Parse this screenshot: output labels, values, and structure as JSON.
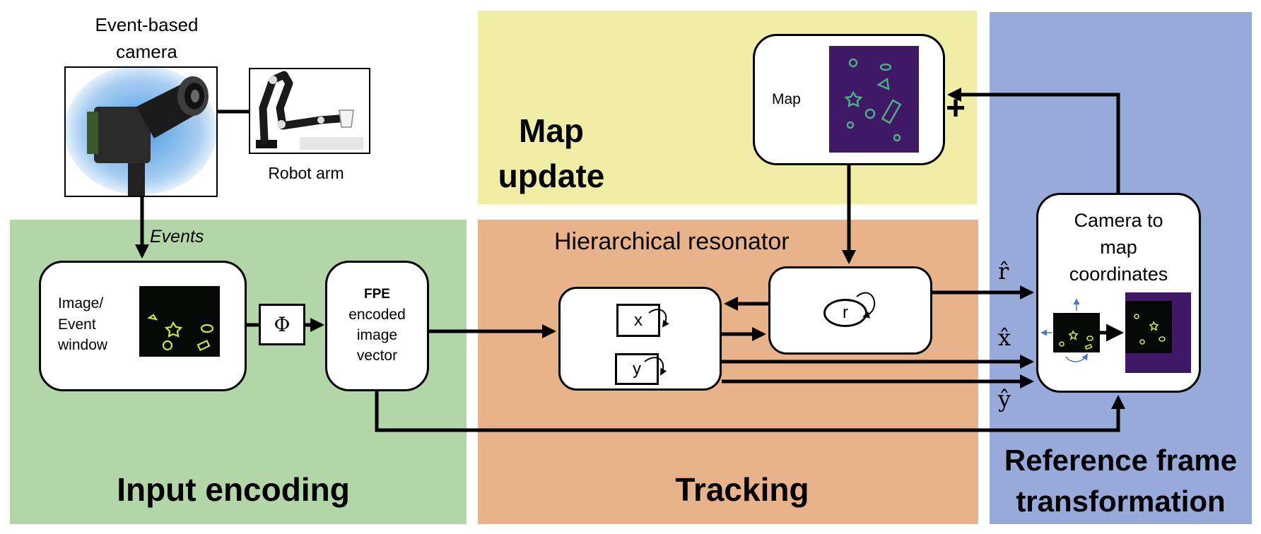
{
  "sections": {
    "input_encoding": "Input encoding",
    "tracking": "Tracking",
    "map_update_line1": "Map",
    "map_update_line2": "update",
    "reference_line1": "Reference frame",
    "reference_line2": "transformation"
  },
  "camera": {
    "label_line1": "Event-based",
    "label_line2": "camera"
  },
  "robot": {
    "label": "Robot arm"
  },
  "events_label": "Events",
  "image_window": {
    "line1": "Image/",
    "line2": "Event",
    "line3": "window"
  },
  "phi": "Φ",
  "fpe": {
    "title": "FPE",
    "line1": "encoded",
    "line2": "image",
    "line3": "vector"
  },
  "resonator": {
    "title": "Hierarchical resonator",
    "x": "x",
    "y": "y",
    "r": "r"
  },
  "map": {
    "label": "Map",
    "plus": "+"
  },
  "cam2map": {
    "line1": "Camera to",
    "line2": "map",
    "line3": "coordinates"
  },
  "outputs": {
    "r_hat": "r̂",
    "x_hat": "x̂",
    "y_hat": "ŷ"
  },
  "colors": {
    "input_bg": "#b3d6a8",
    "tracking_bg": "#e8b38a",
    "map_bg": "#f0eda6",
    "reference_bg": "#97aad9",
    "map_image_bg": "#3f1866",
    "event_image_bg": "#050805",
    "feature_color": "#c8e64a"
  }
}
